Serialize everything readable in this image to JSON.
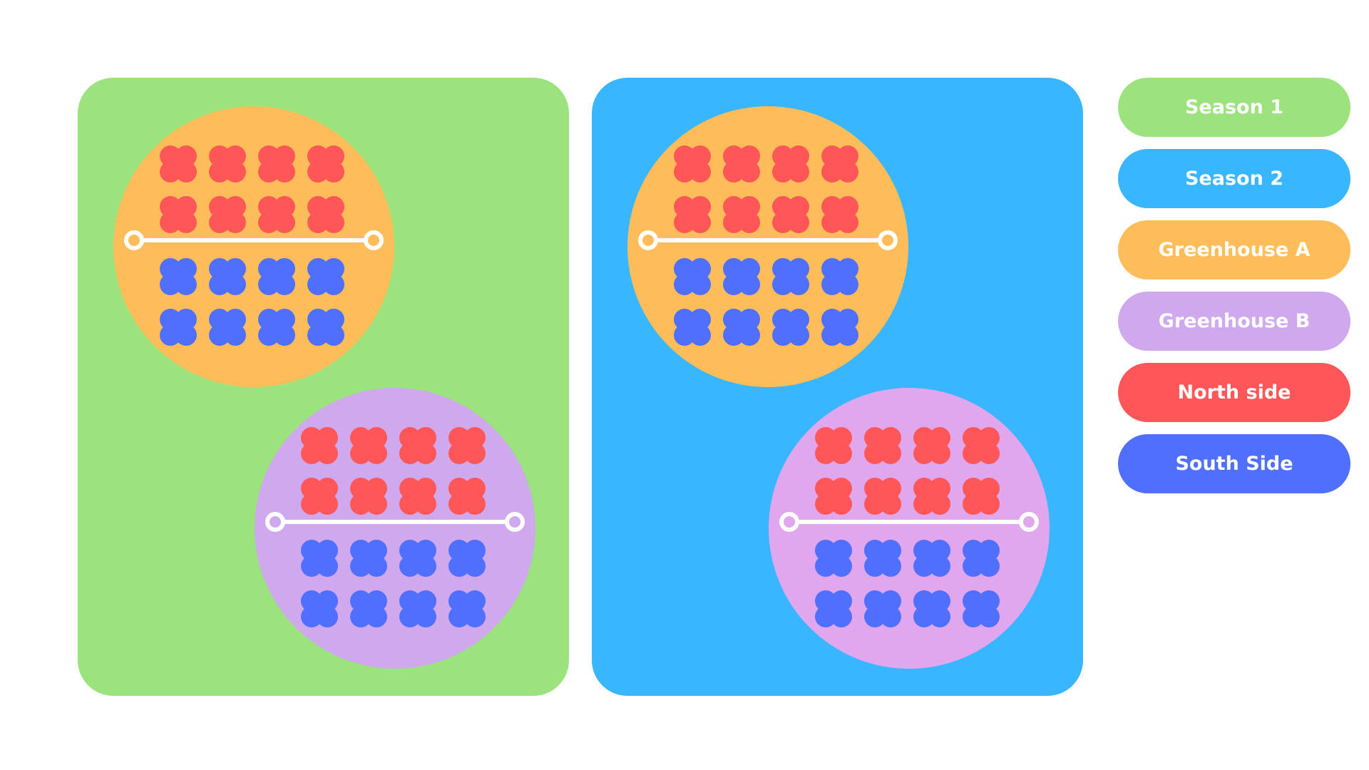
{
  "colors": {
    "season_1": "#9be37c",
    "season_2": "#38b6ff",
    "greenhouse_a": "#ffbd59",
    "greenhouse_b_season_1": "#cfa8ee",
    "greenhouse_b_season_2": "#e0a6ee",
    "north_side": "#ff5757",
    "south_side": "#4f6ffe",
    "divider": "#ffffff"
  },
  "legend": [
    {
      "label": "Season 1",
      "color": "#9be37c"
    },
    {
      "label": "Season 2",
      "color": "#38b6ff"
    },
    {
      "label": "Greenhouse A",
      "color": "#ffbd59"
    },
    {
      "label": "Greenhouse B",
      "color": "#cfa8ee"
    },
    {
      "label": "North side",
      "color": "#ff5757"
    },
    {
      "label": "South Side",
      "color": "#4f6ffe"
    }
  ],
  "seasons": [
    {
      "legend_label": "Season 1",
      "background": "#9be37c",
      "greenhouses": [
        {
          "legend_label": "Greenhouse A",
          "color": "#ffbd59",
          "north_plants": 8,
          "south_plants": 8
        },
        {
          "legend_label": "Greenhouse B",
          "color": "#cfa8ee",
          "north_plants": 8,
          "south_plants": 8
        }
      ]
    },
    {
      "legend_label": "Season 2",
      "background": "#38b6ff",
      "greenhouses": [
        {
          "legend_label": "Greenhouse A",
          "color": "#ffbd59",
          "north_plants": 8,
          "south_plants": 8
        },
        {
          "legend_label": "Greenhouse B",
          "color": "#e0a6ee",
          "north_plants": 8,
          "south_plants": 8
        }
      ]
    }
  ]
}
